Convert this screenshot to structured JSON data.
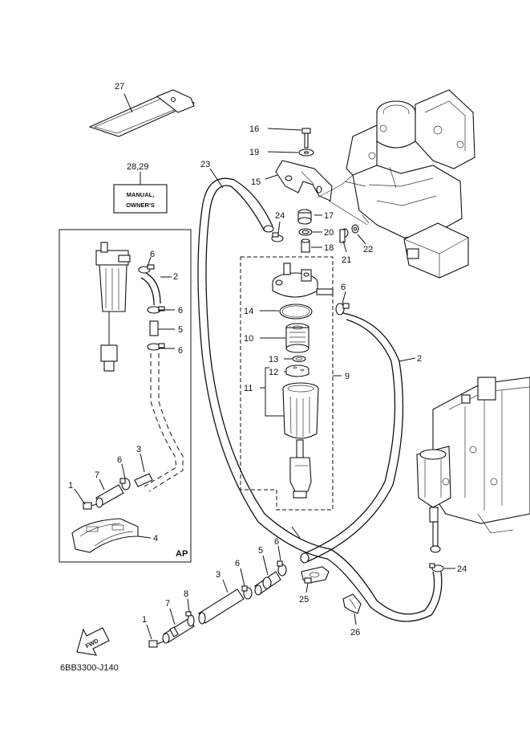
{
  "labels": {
    "p1a": "1",
    "p1b": "1",
    "p2a": "2",
    "p2b": "2",
    "p3a": "3",
    "p3b": "3",
    "p4": "4",
    "p5a": "5",
    "p5b": "5",
    "p6a": "6",
    "p6b": "6",
    "p6c": "6",
    "p6d": "6",
    "p6e": "6",
    "p6f": "6",
    "p6g": "6",
    "p7a": "7",
    "p7b": "7",
    "p8": "8",
    "p9": "9",
    "p10": "10",
    "p11": "11",
    "p12": "12",
    "p13": "13",
    "p14": "14",
    "p15": "15",
    "p16": "16",
    "p17": "17",
    "p18": "18",
    "p19": "19",
    "p20": "20",
    "p21": "21",
    "p22": "22",
    "p23": "23",
    "p24a": "24",
    "p24b": "24",
    "p25": "25",
    "p26": "26",
    "p27": "27",
    "p2829": "28,29"
  },
  "manual_line1": "MANUAL,",
  "manual_line2": "OWNER'S",
  "inset_tag": "AP",
  "fwd": "FWD",
  "drawing_code": "6BB3300-J140"
}
